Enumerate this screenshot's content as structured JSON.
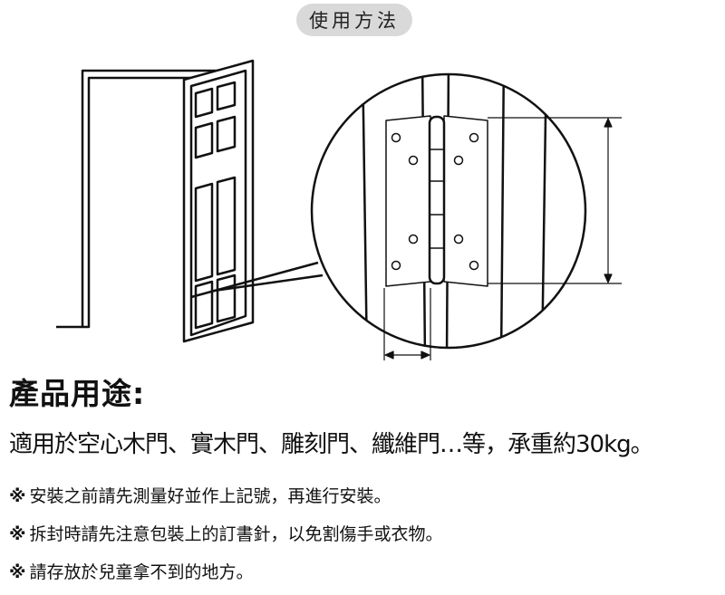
{
  "header": {
    "badge_label": "使用方法"
  },
  "illustration": {
    "door_icon": "open-door-icon",
    "hinge_icon": "butt-hinge-icon",
    "stroke_color": "#111111",
    "bg_color": "#ffffff"
  },
  "product": {
    "heading": "產品用途:",
    "usage_line": "適用於空心木門、實木門、雕刻門、纖維門…等，承重約30kg。"
  },
  "notes": {
    "mark": "※",
    "items": [
      "安裝之前請先測量好並作上記號，再進行安裝。",
      "拆封時請先注意包裝上的訂書針，以免割傷手或衣物。",
      "請存放於兒童拿不到的地方。"
    ]
  }
}
